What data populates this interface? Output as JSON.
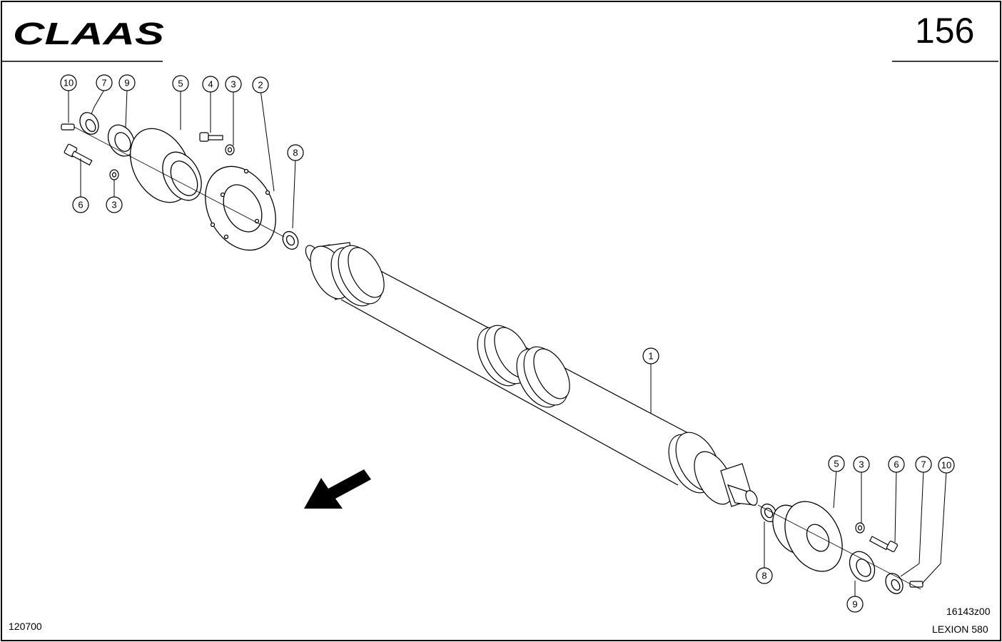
{
  "header": {
    "brand": "CLAAS",
    "page_number": "156"
  },
  "footer": {
    "date_code": "120700",
    "drawing_code": "16143z00",
    "model": "LEXION 580"
  },
  "callouts": {
    "c10a": "10",
    "c7a": "7",
    "c9a": "9",
    "c5a": "5",
    "c4": "4",
    "c3a": "3",
    "c2": "2",
    "c8a": "8",
    "c6a": "6",
    "c3b": "3",
    "c1": "1",
    "c5b": "5",
    "c3c": "3",
    "c6b": "6",
    "c7b": "7",
    "c10b": "10",
    "c8b": "8",
    "c9b": "9"
  },
  "colors": {
    "line": "#000000",
    "background": "#ffffff"
  }
}
